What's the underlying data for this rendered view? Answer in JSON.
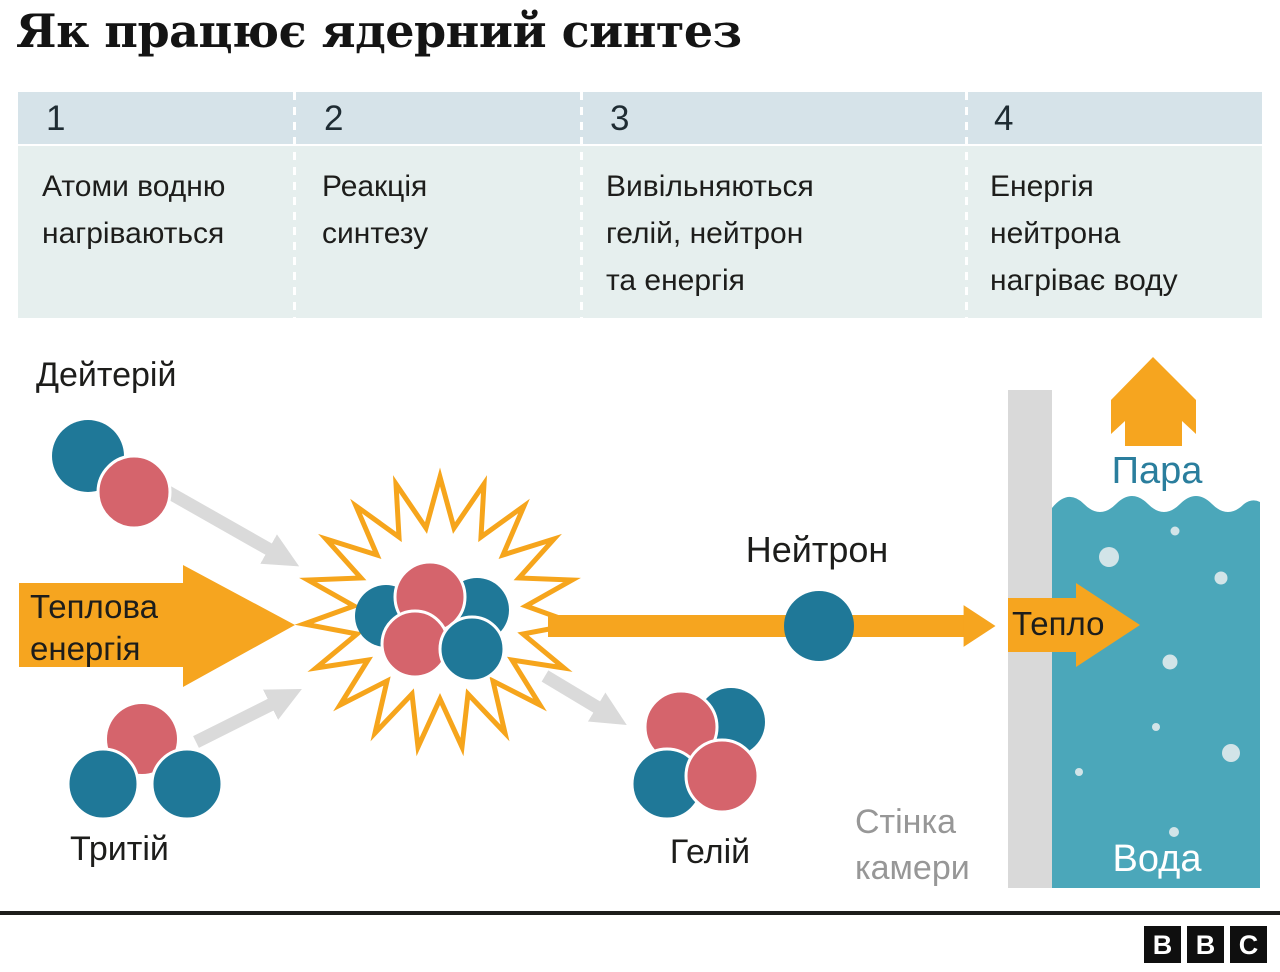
{
  "title": "Як працює ядерний синтез",
  "steps": [
    {
      "num": "1",
      "text": "Атоми водню\nнагріваються"
    },
    {
      "num": "2",
      "text": "Реакція\nсинтезу"
    },
    {
      "num": "3",
      "text": "Вивільняються\nгелій, нейтрон\nта енергія"
    },
    {
      "num": "4",
      "text": "Енергія\nнейтрона\nнагріває воду"
    }
  ],
  "diagram": {
    "deuterium_label": "Дейтерій",
    "tritium_label": "Тритій",
    "thermal_label": "Теплова\nенергія",
    "neutron_label": "Нейтрон",
    "helium_label": "Гелій",
    "wall_label": "Стінка\nкамери",
    "heat_label": "Тепло",
    "water_label": "Вода",
    "steam_label": "Пара"
  },
  "colors": {
    "proton_red": "#d5646c",
    "neutron_blue": "#1f7898",
    "accent_orange": "#f6a51f",
    "water_teal": "#4ba7ba",
    "bubble_light": "#d2e4e8",
    "wall_gray": "#d9d9d9",
    "arrow_gray": "#dadada",
    "header_band": "#d6e3e9",
    "body_band": "#e6efee",
    "text_dark": "#1d1d1b",
    "muted_gray": "#979797",
    "steam_text_teal": "#2a7e9d"
  },
  "footer": {
    "logo_letters": [
      "B",
      "B",
      "C"
    ]
  }
}
